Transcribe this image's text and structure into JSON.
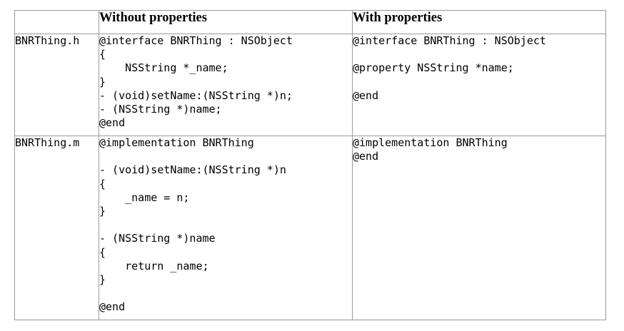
{
  "table": {
    "headers": {
      "corner": "",
      "without": "Without properties",
      "with": "With properties"
    },
    "rows": [
      {
        "file": "BNRThing.h",
        "without": [
          "@interface BNRThing : NSObject",
          "{",
          "    NSString *_name;",
          "}",
          "- (void)setName:(NSString *)n;",
          "- (NSString *)name;",
          "@end"
        ],
        "with": [
          "@interface BNRThing : NSObject",
          "",
          "@property NSString *name;",
          "",
          "@end"
        ]
      },
      {
        "file": "BNRThing.m",
        "without": [
          "@implementation BNRThing",
          "",
          "- (void)setName:(NSString *)n",
          "{",
          "    _name = n;",
          "}",
          "",
          "- (NSString *)name",
          "{",
          "    return _name;",
          "}",
          "",
          "@end"
        ],
        "with": [
          "@implementation BNRThing",
          "@end"
        ]
      }
    ]
  }
}
